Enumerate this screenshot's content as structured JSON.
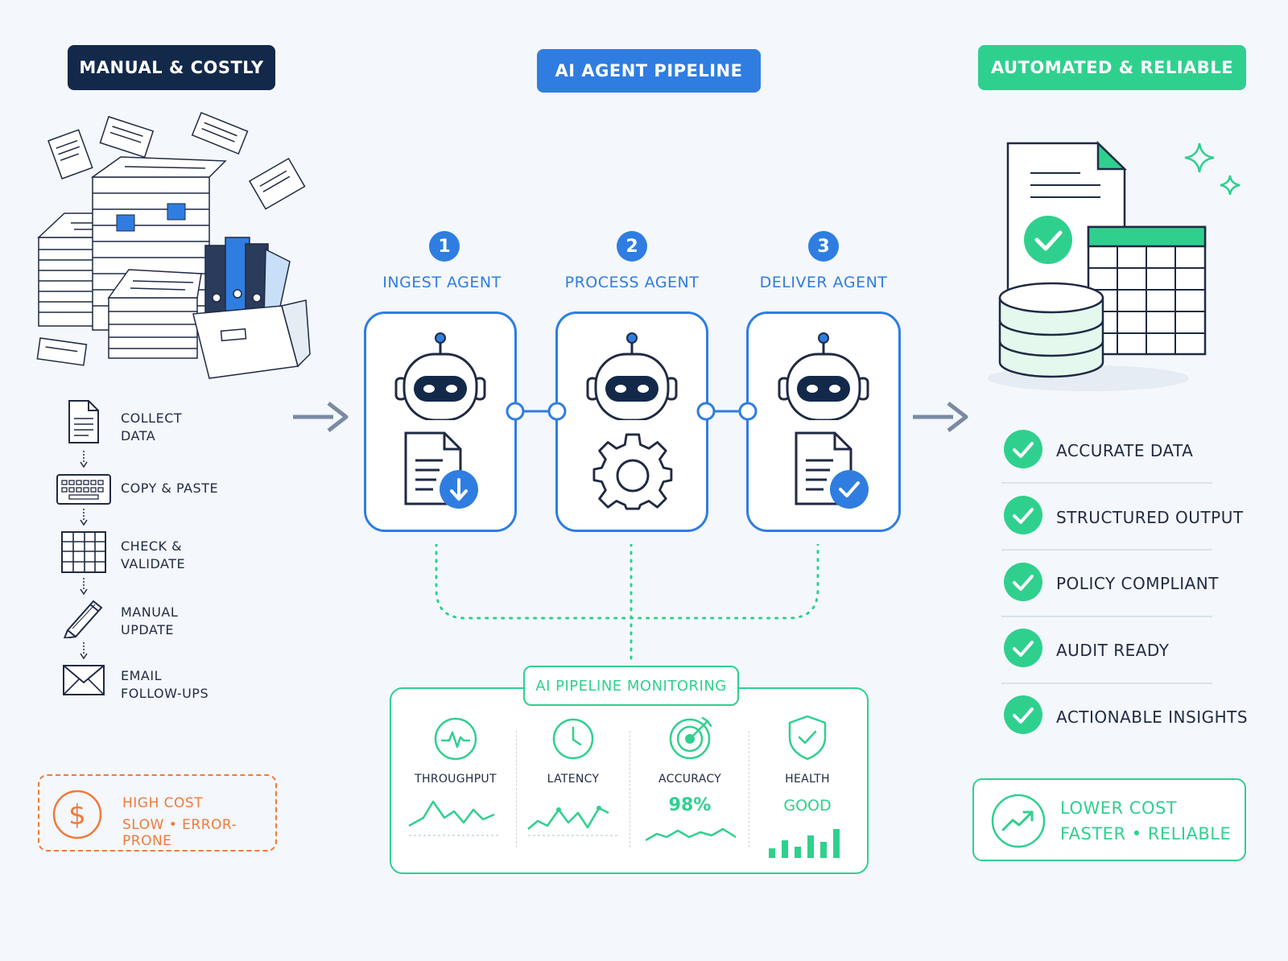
{
  "headers": {
    "left": "MANUAL & COSTLY",
    "center": "AI AGENT PIPELINE",
    "right": "AUTOMATED & RELIABLE"
  },
  "manual_steps": [
    {
      "label": "COLLECT\nDATA",
      "icon": "document-icon"
    },
    {
      "label": "COPY & PASTE",
      "icon": "keyboard-icon"
    },
    {
      "label": "CHECK &\nVALIDATE",
      "icon": "spreadsheet-icon"
    },
    {
      "label": "MANUAL\nUPDATE",
      "icon": "pencil-icon"
    },
    {
      "label": "EMAIL\nFOLLOW-UPS",
      "icon": "envelope-icon"
    }
  ],
  "cost": {
    "line1": "HIGH COST",
    "line2": "SLOW • ERROR-PRONE",
    "icon": "dollar-icon"
  },
  "agents": [
    {
      "number": "1",
      "name": "INGEST AGENT",
      "icon": "document-download-icon"
    },
    {
      "number": "2",
      "name": "PROCESS AGENT",
      "icon": "gear-icon"
    },
    {
      "number": "3",
      "name": "DELIVER AGENT",
      "icon": "document-check-icon"
    }
  ],
  "monitoring": {
    "title": "AI PIPELINE MONITORING",
    "metrics": [
      {
        "label": "THROUGHPUT",
        "value": "",
        "icon": "pulse-icon"
      },
      {
        "label": "LATENCY",
        "value": "",
        "icon": "clock-icon"
      },
      {
        "label": "ACCURACY",
        "value": "98%",
        "icon": "target-icon"
      },
      {
        "label": "HEALTH",
        "value": "GOOD",
        "icon": "shield-check-icon"
      }
    ]
  },
  "benefits": [
    "ACCURATE DATA",
    "STRUCTURED OUTPUT",
    "POLICY COMPLIANT",
    "AUDIT READY",
    "ACTIONABLE INSIGHTS"
  ],
  "result": {
    "line1": "LOWER COST",
    "line2": "FASTER • RELIABLE",
    "icon": "trend-up-icon"
  },
  "colors": {
    "dark_navy": "#13294a",
    "blue": "#2f7de1",
    "green": "#2fd08e",
    "orange": "#f07a3a"
  }
}
